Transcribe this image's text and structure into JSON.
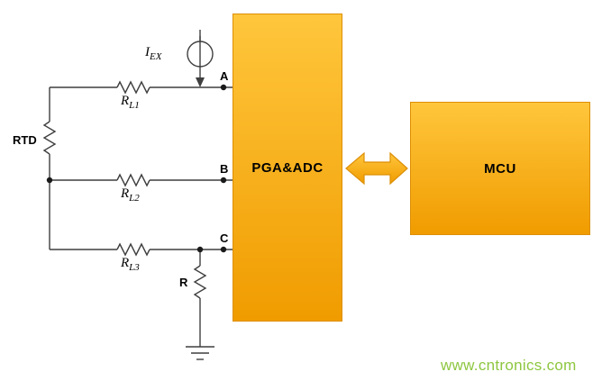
{
  "blocks": {
    "pga_adc": "PGA&ADC",
    "mcu": "MCU"
  },
  "labels": {
    "rtd": "RTD",
    "r": "R",
    "node_a": "A",
    "node_b": "B",
    "node_c": "C",
    "iex": {
      "base": "I",
      "sub": "EX"
    },
    "rl1": {
      "base": "R",
      "sub": "L1"
    },
    "rl2": {
      "base": "R",
      "sub": "L2"
    },
    "rl3": {
      "base": "R",
      "sub": "L3"
    }
  },
  "watermark": "www.cntronics.com",
  "colors": {
    "block_gradient_top": "#FFC63C",
    "block_gradient_bottom": "#F09C00",
    "block_border": "#DD8F06",
    "wire": "#3F3F3F",
    "watermark": "#8DC63F"
  }
}
